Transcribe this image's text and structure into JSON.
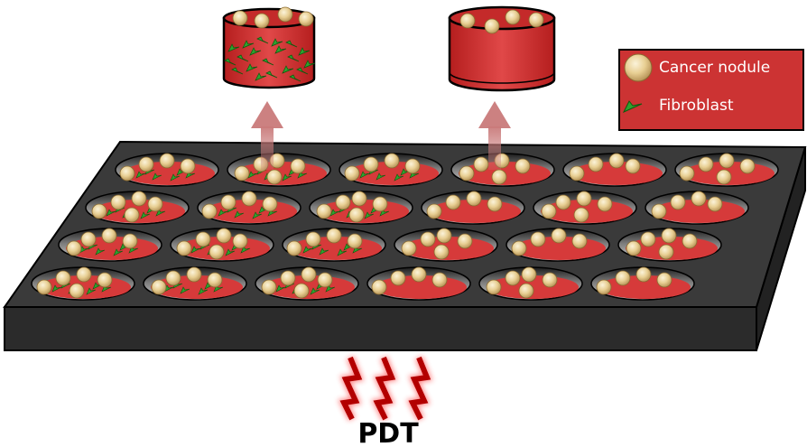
{
  "legend": {
    "cancer_nodule_label": "Cancer nodule",
    "fibroblast_label": "Fibroblast"
  },
  "treatment_label": "PDT",
  "plate": {
    "rows": 4,
    "columns": 6,
    "fibroblast_columns": 3
  },
  "colors": {
    "medium": "#d63a3a",
    "medium_dark": "#b51e1e",
    "plate_top": "#3a3a3a",
    "plate_front": "#2b2b2b",
    "nodule": "#e8cf93",
    "fibroblast": "#2fa12f",
    "arrow": "#c97a7a",
    "pdt_wave": "#b30000"
  }
}
